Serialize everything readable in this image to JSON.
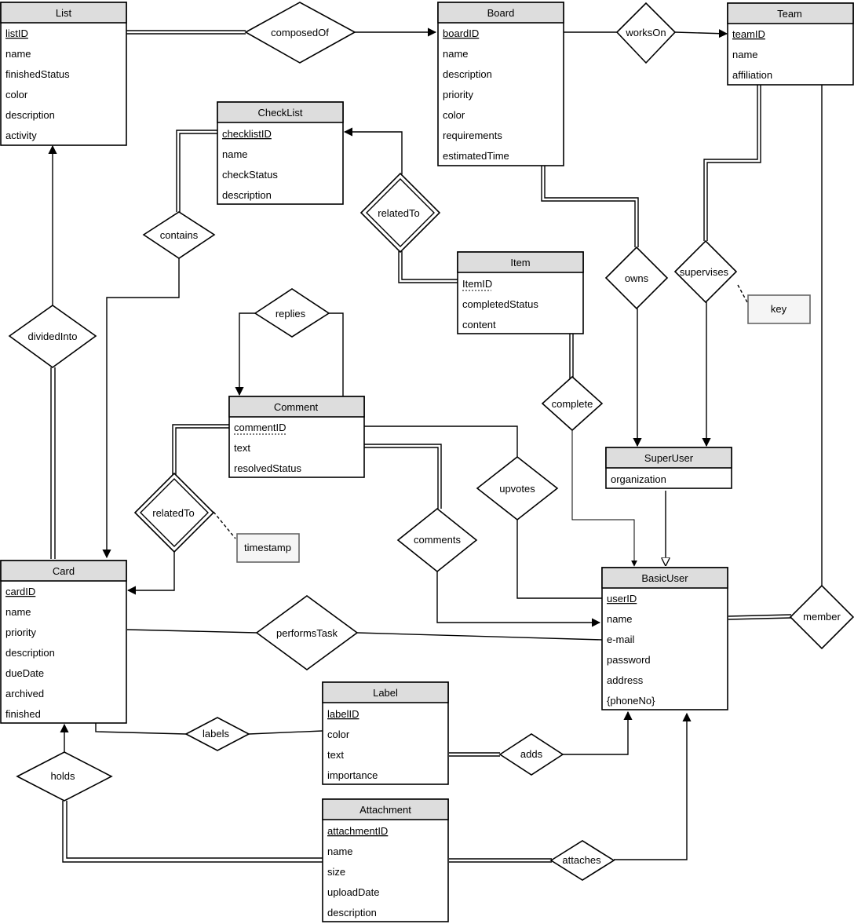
{
  "entities": {
    "list": {
      "title": "List",
      "attrs": [
        "listID",
        "name",
        "finishedStatus",
        "color",
        "description",
        "activity"
      ],
      "key": "listID"
    },
    "board": {
      "title": "Board",
      "attrs": [
        "boardID",
        "name",
        "description",
        "priority",
        "color",
        "requirements",
        "estimatedTime"
      ],
      "key": "boardID"
    },
    "team": {
      "title": "Team",
      "attrs": [
        "teamID",
        "name",
        "affiliation"
      ],
      "key": "teamID"
    },
    "checklist": {
      "title": "CheckList",
      "attrs": [
        "checklistID",
        "name",
        "checkStatus",
        "description"
      ],
      "key": "checklistID"
    },
    "item": {
      "title": "Item",
      "attrs": [
        "ItemID",
        "completedStatus",
        "content"
      ],
      "partial_key": "ItemID"
    },
    "comment": {
      "title": "Comment",
      "attrs": [
        "commentID",
        "text",
        "resolvedStatus"
      ],
      "partial_key": "commentID"
    },
    "superuser": {
      "title": "SuperUser",
      "attrs": [
        "organization"
      ]
    },
    "card": {
      "title": "Card",
      "attrs": [
        "cardID",
        "name",
        "priority",
        "description",
        "dueDate",
        "archived",
        "finished"
      ],
      "key": "cardID"
    },
    "basicuser": {
      "title": "BasicUser",
      "attrs": [
        "userID",
        "name",
        "e-mail",
        "password",
        "address",
        "{phoneNo}"
      ],
      "key": "userID"
    },
    "label": {
      "title": "Label",
      "attrs": [
        "labelID",
        "color",
        "text",
        "importance"
      ],
      "key": "labelID"
    },
    "attachment": {
      "title": "Attachment",
      "attrs": [
        "attachmentID",
        "name",
        "size",
        "uploadDate",
        "description"
      ],
      "key": "attachmentID"
    }
  },
  "relationships": {
    "composedOf": "composedOf",
    "worksOn": "worksOn",
    "contains": "contains",
    "relatedToChecklist": "relatedTo",
    "dividedInto": "dividedInto",
    "owns": "owns",
    "supervises": "supervises",
    "replies": "replies",
    "complete": "complete",
    "relatedToComment": "relatedTo",
    "upvotes": "upvotes",
    "comments": "comments",
    "performsTask": "performsTask",
    "member": "member",
    "labels": "labels",
    "adds": "adds",
    "holds": "holds",
    "attaches": "attaches"
  },
  "notes": {
    "key": "key",
    "timestamp": "timestamp"
  },
  "colors": {
    "header_fill": "#dddddd",
    "stroke": "#000000",
    "note_stroke": "#666666",
    "note_fill": "#f5f5f5"
  }
}
